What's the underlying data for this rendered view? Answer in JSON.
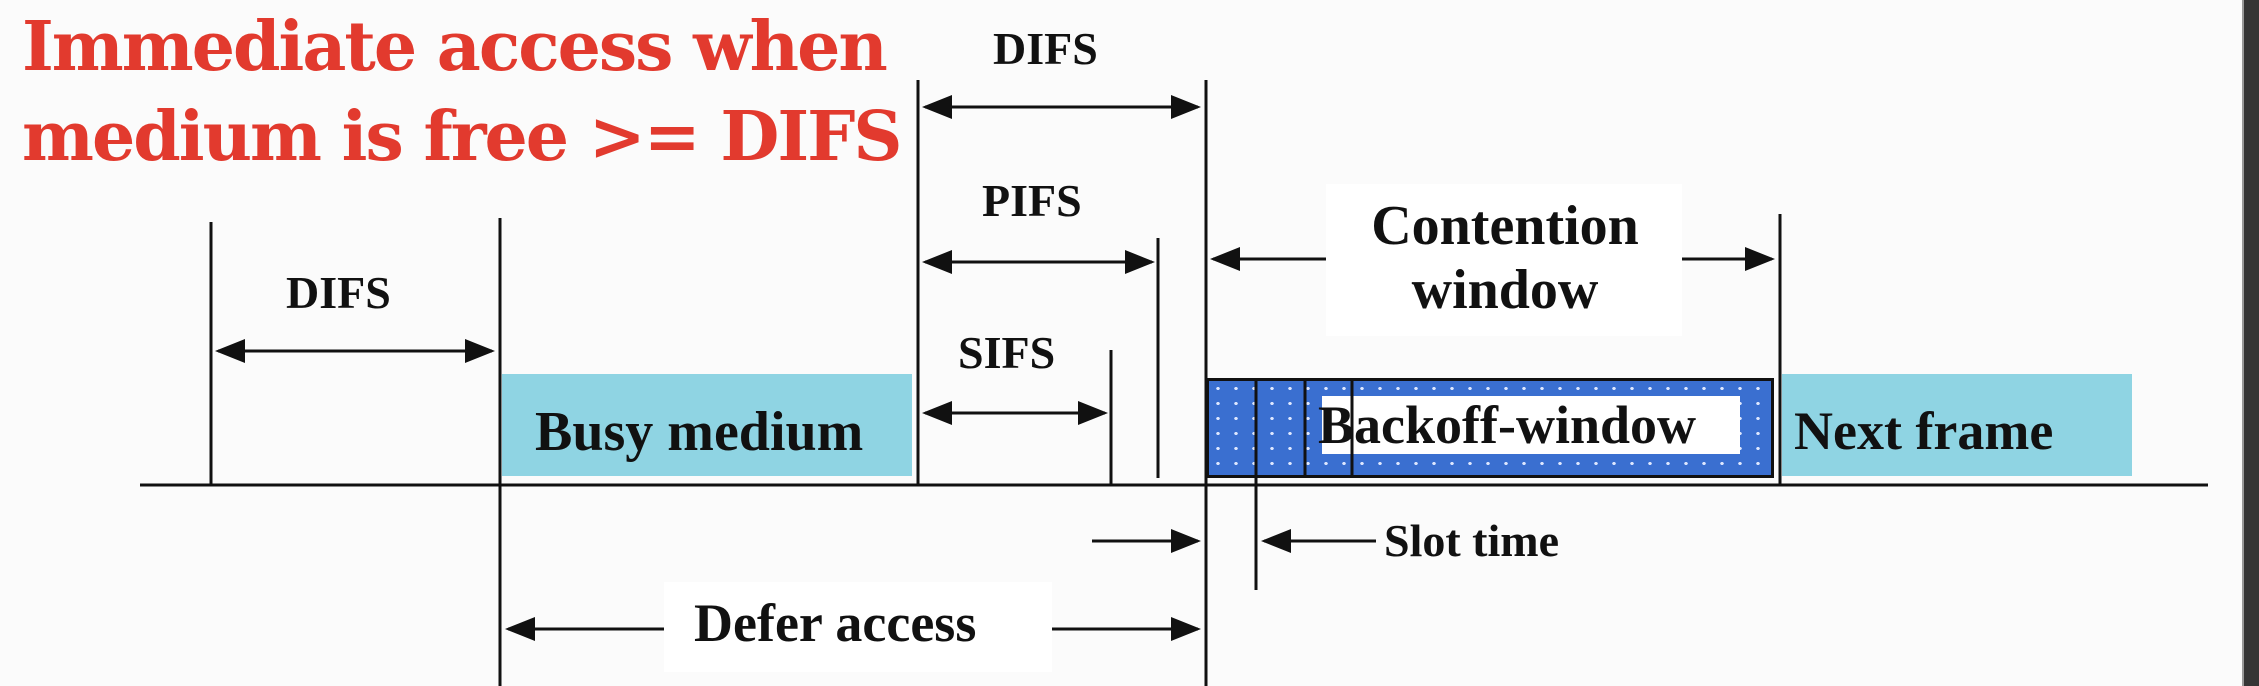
{
  "title": {
    "line1": "Immediate access when",
    "line2": "medium is free >= DIFS"
  },
  "labels": {
    "difs_left": "DIFS",
    "difs_top": "DIFS",
    "pifs": "PIFS",
    "sifs": "SIFS",
    "contention_line1": "Contention",
    "contention_line2": "window",
    "busy_medium": "Busy medium",
    "backoff_window": "Backoff-window",
    "next_frame": "Next frame",
    "slot_time": "Slot time",
    "defer_access": "Defer access"
  },
  "colors": {
    "title": "#e23a2e",
    "busy": "#8fd4e3",
    "backoff": "#3a6fd0",
    "line": "#111111"
  }
}
